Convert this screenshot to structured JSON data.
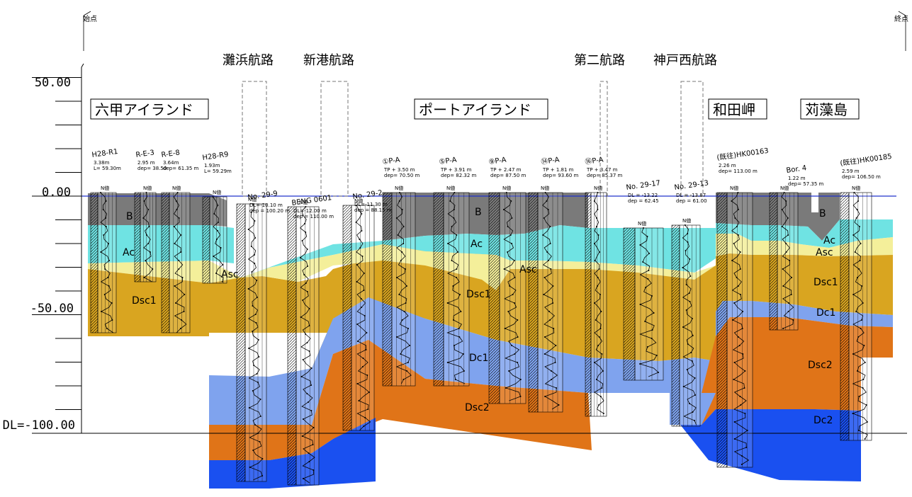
{
  "axis": {
    "levels": [
      {
        "label": "50.00",
        "value": 50
      },
      {
        "label": "0.00",
        "value": 0
      },
      {
        "label": "-50.00",
        "value": -50
      },
      {
        "label": "DL=-100.00",
        "value": -100
      }
    ]
  },
  "endpoints": {
    "start": "始点",
    "end": "終点"
  },
  "sites": [
    "六甲アイランド",
    "ポートアイランド",
    "和田岬",
    "苅藻島"
  ],
  "routes": [
    "灘浜航路",
    "新港航路",
    "第二航路",
    "神戸西航路"
  ],
  "layers": {
    "B": "B",
    "Ac": "Ac",
    "Asc": "Asc",
    "Dsc1": "Dsc1",
    "Dc1": "Dc1",
    "Dsc2": "Dsc2",
    "Dc2": "Dc2"
  },
  "colors": {
    "B": "#7a7a7a",
    "Ac": "#6fe3e3",
    "Asc": "#f4ef9a",
    "Dsc1": "#d9a520",
    "Dc1": "#7fa3ee",
    "Dsc2": "#e07418",
    "Dc2": "#1a50f0",
    "waterline": "#2233cc"
  },
  "boreholes": {
    "b1": {
      "name": "H28-R1",
      "l1": "3.38m",
      "l2": "L= 59.30m"
    },
    "b2": {
      "name": "R-E-3",
      "l1": "2.95 m",
      "l2": "dep= 38.50"
    },
    "b3": {
      "name": "R-E-8",
      "l1": "3.64m",
      "l2": "dep= 61.35 m"
    },
    "b4": {
      "name": "H28-R9",
      "l1": "1.93m",
      "l2": "L= 59.29m"
    },
    "b5": {
      "name": "No. 29-9",
      "l1": "DL=-10.10 m",
      "l2": "dep = 100.20 m"
    },
    "b6": {
      "name": "BENG 0601",
      "l1": "DL=-12.00 m",
      "l2": "dep = 110.00 m"
    },
    "b7": {
      "name": "No. 29-2",
      "l1": "DL=-11.30 m",
      "l2": "dep = 88.15 m"
    },
    "b8": {
      "name": "①P-A",
      "l1": "TP + 3.50 m",
      "l2": "dep= 70.50 m"
    },
    "b9": {
      "name": "⑤P-A",
      "l1": "TP + 3.91 m",
      "l2": "dep= 82.32 m"
    },
    "b10": {
      "name": "⑨P-A",
      "l1": "TP + 2.47 m",
      "l2": "dep= 87.50 m"
    },
    "b11": {
      "name": "⑭P-A",
      "l1": "TP + 1.81 m",
      "l2": "dep= 93.60 m"
    },
    "b12": {
      "name": "⑯P-A",
      "l1": "TP + 3.47 m",
      "l2": "dep= 85.37 m"
    },
    "b13": {
      "name": "No. 29-17",
      "l1": "DL = -13.22",
      "l2": "dep = 62.45"
    },
    "b14": {
      "name": "No. 29-13",
      "l1": "DL = -13.87",
      "l2": "dep = 61.00"
    },
    "b15": {
      "name": "(既往)HK00163",
      "l1": "2.26 m",
      "l2": "dep= 113.00 m"
    },
    "b16": {
      "name": "Bor. 4",
      "l1": "1.22 m",
      "l2": "dep= 57.35 m"
    },
    "b17": {
      "name": "(既往)HK00185",
      "l1": "2.59 m",
      "l2": "dep= 106.50 m"
    }
  },
  "nvalue_label": "N値"
}
